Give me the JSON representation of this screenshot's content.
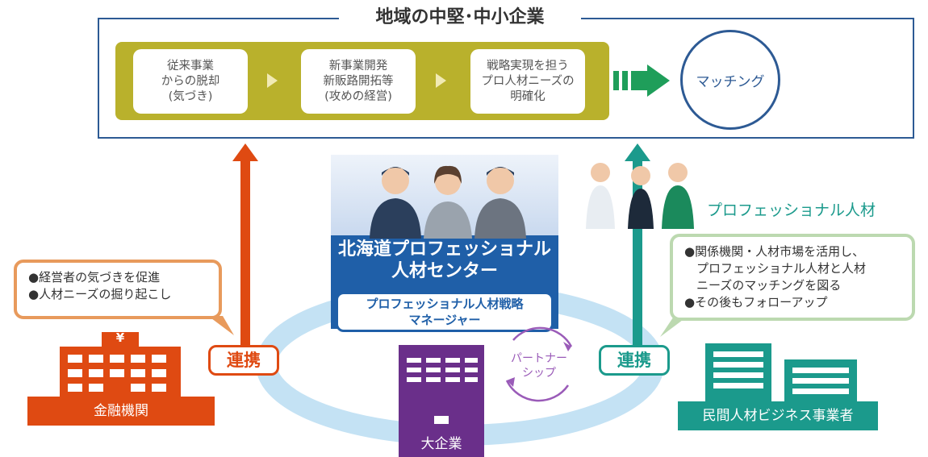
{
  "header": {
    "title": "地域の中堅･中小企業"
  },
  "steps": [
    {
      "lines": [
        "従来事業",
        "からの脱却",
        "(気づき)"
      ]
    },
    {
      "lines": [
        "新事業開発",
        "新販路開拓等",
        "(攻めの経営)"
      ]
    },
    {
      "lines": [
        "戦略実現を担う",
        "プロ人材ニーズの",
        "明確化"
      ]
    }
  ],
  "matching": {
    "label": "マッチング"
  },
  "center": {
    "title_lines": [
      "北海道プロフェッショナル",
      "人材センター"
    ],
    "manager_lines": [
      "プロフェッショナル人材戦略",
      "マネージャー"
    ]
  },
  "left_callout": {
    "lines": [
      "●経営者の気づきを促進",
      "●人材ニーズの掘り起こし"
    ]
  },
  "right_callout": {
    "lines": [
      "●関係機関・人材市場を活用し、",
      "　プロフェッショナル人材と人材",
      "　ニーズのマッチングを図る",
      "●その後もフォローアップ"
    ]
  },
  "renkei_left": "連携",
  "renkei_right": "連携",
  "professional_label": "プロフェッショナル人材",
  "partnership": {
    "lines": [
      "パートナー",
      "シップ"
    ]
  },
  "orgs": {
    "finance": {
      "label": "金融機関",
      "symbol": "¥",
      "color": "#df4a12"
    },
    "large": {
      "label": "大企業",
      "color": "#6a2f8a"
    },
    "private": {
      "label": "民間人材ビジネス事業者",
      "color": "#1b9a8c"
    }
  },
  "colors": {
    "navy": "#2d5a94",
    "olive": "#b9b12c",
    "orange": "#df4a12",
    "teal": "#1b9a8c",
    "purple": "#6a2f8a",
    "ring": "#c4e2f4",
    "callout_orange": "#e89a5c",
    "callout_green": "#bcd9b0"
  }
}
